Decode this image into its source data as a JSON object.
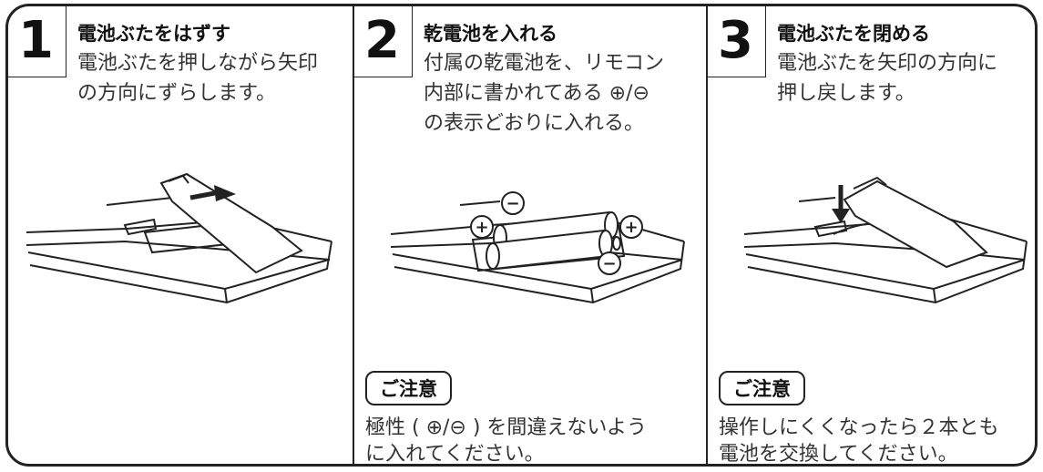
{
  "steps": [
    {
      "number": "1",
      "title": "電池ぶたをはずす",
      "body": "電池ぶたを押しながら矢印\nの方向にずらします。"
    },
    {
      "number": "2",
      "title": "乾電池を入れる",
      "body": "付属の乾電池を、リモコン\n内部に書かれてある ⊕/⊖\nの表示どおりに入れる。",
      "caution_label": "ご注意",
      "caution_text": "極性 ( ⊕/⊖ ) を間違えないよう\nに入れてください。",
      "battery_plus": "+",
      "battery_minus": "−"
    },
    {
      "number": "3",
      "title": "電池ぶたを閉める",
      "body": "電池ぶたを矢印の方向に\n押し戻します。",
      "caution_label": "ご注意",
      "caution_text": "操作しにくくなったら２本とも\n電池を交換してください。"
    }
  ]
}
